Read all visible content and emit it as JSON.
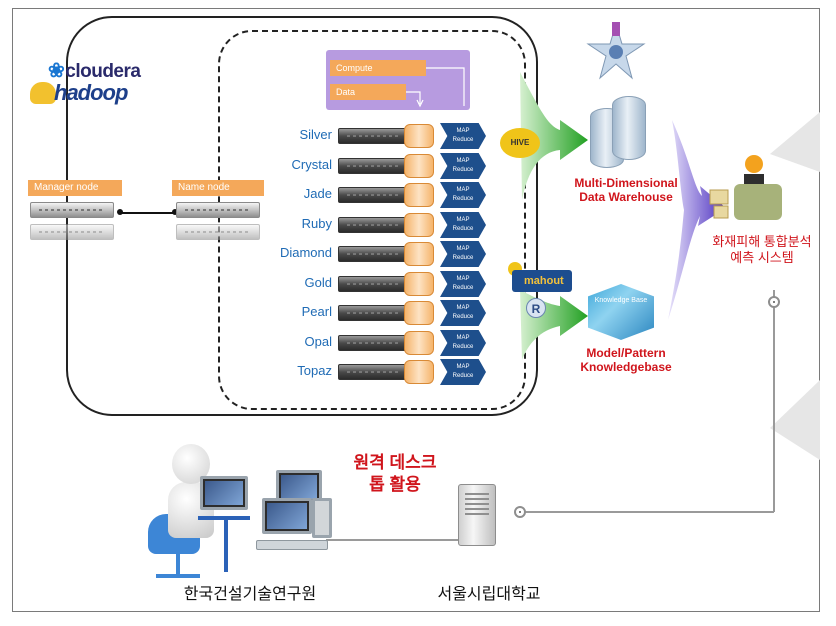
{
  "logos": {
    "cloudera": "cloudera",
    "hadoop": "hadoop",
    "hive": "HIVE",
    "mahout": "mahout",
    "r": "R"
  },
  "cluster": {
    "manager_node": "Manager node",
    "name_node": "Name node",
    "compute_label": "Compute",
    "data_label": "Data",
    "map_reduce_line1": "MAP",
    "map_reduce_line2": "Reduce",
    "data_nodes": [
      "Silver",
      "Crystal",
      "Jade",
      "Ruby",
      "Diamond",
      "Gold",
      "Pearl",
      "Opal",
      "Topaz"
    ]
  },
  "outputs": {
    "warehouse": "Multi-Dimensional Data Warehouse",
    "knowledgebase": "Model/Pattern Knowledgebase",
    "kb_cube_text": "Knowledge Base",
    "system": "화재피해 통합분석예측 시스템"
  },
  "remote": {
    "label": "원격 데스크톱 활용"
  },
  "bottom": {
    "left_org": "한국건설기술연구원",
    "right_org": "서울시립대학교"
  },
  "colors": {
    "accent_red": "#d0151c",
    "node_blue": "#1f6bb5",
    "chip_orange": "#f4a85a",
    "map_blue": "#1e4f8c",
    "panel_purple": "#b79be0",
    "arrow_green": "#33aa33",
    "arrow_purple": "#5b3fc4"
  }
}
